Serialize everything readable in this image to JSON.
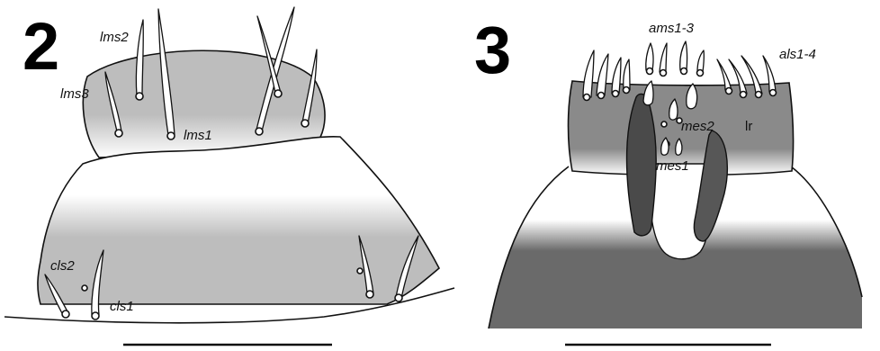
{
  "panels": [
    {
      "number": "2",
      "labels": {
        "lms2": "lms2",
        "lms3": "lms3",
        "lms1": "lms1",
        "cls2": "cls2",
        "cls1": "cls1"
      }
    },
    {
      "number": "3",
      "labels": {
        "ams": "ams1-3",
        "als": "als1-4",
        "mes2": "mes2",
        "lr": "lr",
        "mes1": "mes1"
      }
    }
  ],
  "colors": {
    "light_gray": "#bdbdbd",
    "mid_gray": "#8a8a8a",
    "dark_gray": "#4a4a4a",
    "dark_gray_2": "#575757",
    "white": "#ffffff",
    "line": "#111111"
  }
}
